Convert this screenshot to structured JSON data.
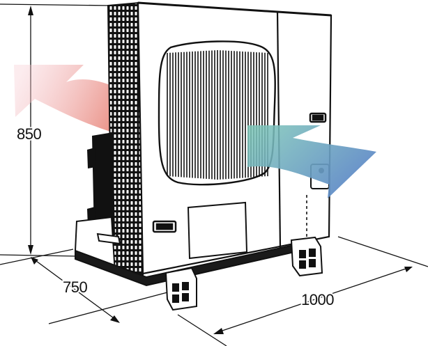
{
  "dimensions": {
    "height": "850",
    "depth": "750",
    "width": "1000"
  },
  "airflow": {
    "exhaust_color": "#e98c80",
    "intake_color": "#5f88c8",
    "intake_start_color": "#7fc9b8"
  },
  "icons": {
    "fan": "fan-grille-icon",
    "handle": "carry-handle-icon",
    "arrow_out": "hot-air-outlet-arrow",
    "arrow_in": "air-intake-arrow"
  }
}
